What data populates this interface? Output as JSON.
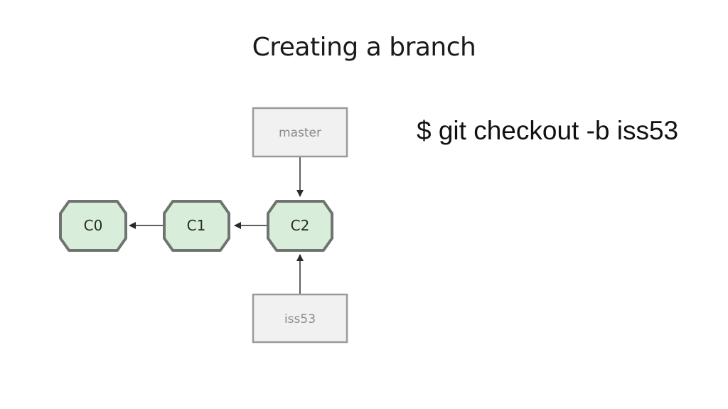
{
  "slide": {
    "title": "Creating a branch",
    "command": "$ git checkout -b iss53"
  },
  "diagram": {
    "commits": [
      {
        "id": "c0",
        "label": "C0"
      },
      {
        "id": "c1",
        "label": "C1"
      },
      {
        "id": "c2",
        "label": "C2"
      }
    ],
    "branches": [
      {
        "id": "master",
        "label": "master",
        "points_to": "c2"
      },
      {
        "id": "iss53",
        "label": "iss53",
        "points_to": "c2"
      }
    ],
    "parent_links": [
      {
        "from": "c2",
        "to": "c1"
      },
      {
        "from": "c1",
        "to": "c0"
      }
    ],
    "colors": {
      "commit_fill": "#d8eedb",
      "commit_stroke": "#6f7470",
      "branch_fill": "#f1f1f1",
      "branch_stroke": "#9a9a9a",
      "branch_text": "#8a8a8a",
      "arrow": "#2a2a2a"
    }
  }
}
